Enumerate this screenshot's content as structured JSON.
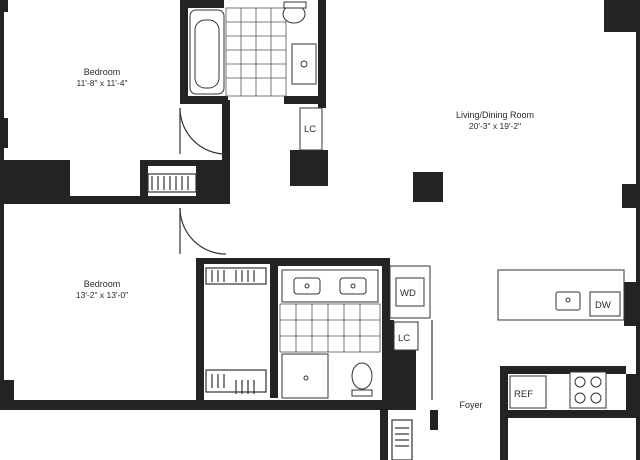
{
  "rooms": {
    "bedroom_1": {
      "name": "Bedroom",
      "dims": "11'-8\" x 11'-4\""
    },
    "bedroom_2": {
      "name": "Bedroom",
      "dims": "13'-2\" x 13'-0\""
    },
    "living": {
      "name": "Living/Dining Room",
      "dims": "20'-3\" x 19'-2\""
    },
    "foyer": {
      "name": "Foyer"
    }
  },
  "fixtures": {
    "lc_upper": "LC",
    "lc_lower": "LC",
    "washer_dryer": "WD",
    "dishwasher": "DW",
    "refrigerator": "REF"
  },
  "colors": {
    "wall": "#232323",
    "line": "#333333",
    "background": "#ffffff"
  }
}
